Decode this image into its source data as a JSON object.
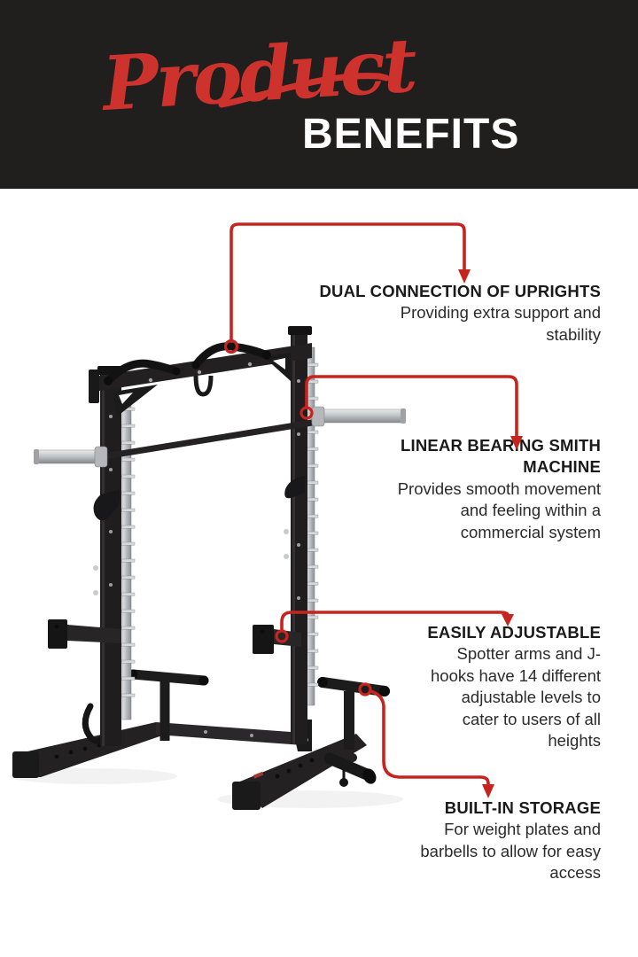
{
  "header": {
    "script_title": "Product",
    "main_title": "BENEFITS",
    "bg_color": "#211e1e",
    "script_color": "#ce322d",
    "title_color": "#ffffff"
  },
  "icons": {
    "illustration": "smith-machine-half-rack",
    "annotations": "red-callout-arrows"
  },
  "colors": {
    "accent_red": "#c8241f",
    "heading_text": "#1a1a1a",
    "body_text": "#2b2b2b",
    "metal_dark": "#1f1d1e",
    "chrome": "#c7c9cb",
    "background": "#ffffff"
  },
  "callouts": [
    {
      "heading": "DUAL CONNECTION OF UPRIGHTS",
      "body": "Providing extra support and\nstability"
    },
    {
      "heading": "LINEAR BEARING SMITH\nMACHINE",
      "body": "Provides smooth movement\nand feeling within a\ncommercial system"
    },
    {
      "heading": "EASILY ADJUSTABLE",
      "body": "Spotter arms and J-\nhooks have 14 different\nadjustable levels to\ncater to users of all\nheights"
    },
    {
      "heading": "BUILT-IN STORAGE",
      "body": "For weight plates and\nbarbells to allow for easy\naccess"
    }
  ]
}
